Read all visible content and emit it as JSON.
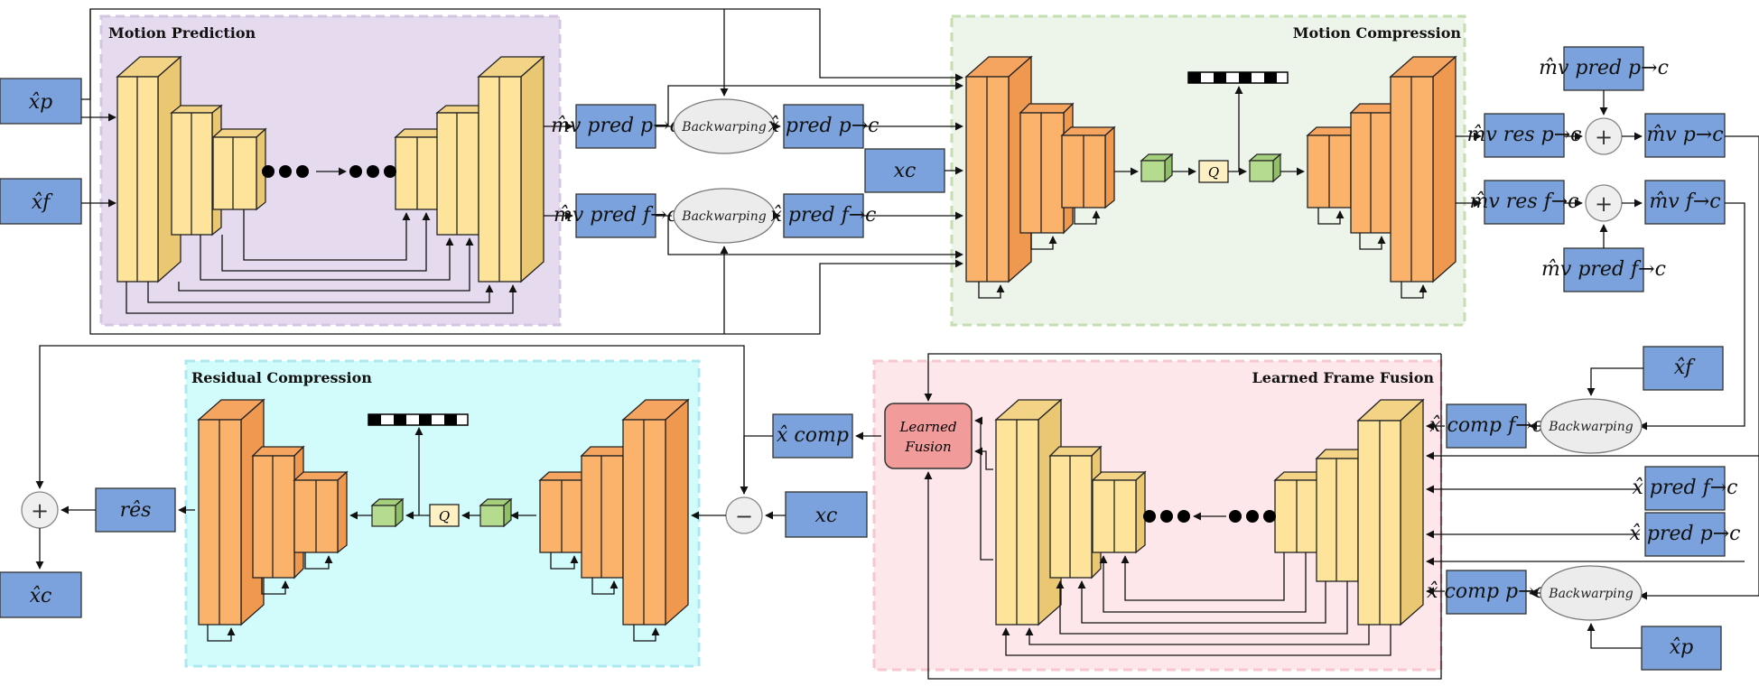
{
  "regions": {
    "motion_prediction": "Motion Prediction",
    "motion_compression": "Motion Compression",
    "residual_compression": "Residual Compression",
    "learned_frame_fusion": "Learned Frame Fusion"
  },
  "ops": {
    "backwarping": "Backwarping",
    "quantizer": "Q",
    "learned_fusion_line1": "Learned",
    "learned_fusion_line2": "Fusion",
    "plus": "+",
    "minus": "−"
  },
  "labels": {
    "xp_hat": "x̂p",
    "xf_hat": "x̂f",
    "mv_pred_pc": "m̂v pred p→c",
    "mv_pred_fc": "m̂v pred f→c",
    "x_pred_pc": "x̂ pred p→c",
    "x_pred_fc": "x̂ pred f→c",
    "xc": "xc",
    "mv_res_pc": "m̂v res p→c",
    "mv_res_fc": "m̂v res f→c",
    "mv_pc": "m̂v p→c",
    "mv_fc": "m̂v f→c",
    "x_comp": "x̂ comp",
    "x_comp_fc": "x̂ comp f→c",
    "x_comp_pc": "x̂ comp p→c",
    "res_hat": "rês",
    "xc_hat": "x̂c"
  },
  "colors": {
    "blue_box": "#7ba2dc",
    "purple_region": "#e6daee",
    "green_region": "#edf4e9",
    "cyan_region": "#d2fbfc",
    "pink_region": "#fde7ea",
    "yellow_block": "#fde49a",
    "orange_block": "#fbb26a",
    "green_cube": "#b5dc8e",
    "fusion_box": "#f19b9b"
  }
}
